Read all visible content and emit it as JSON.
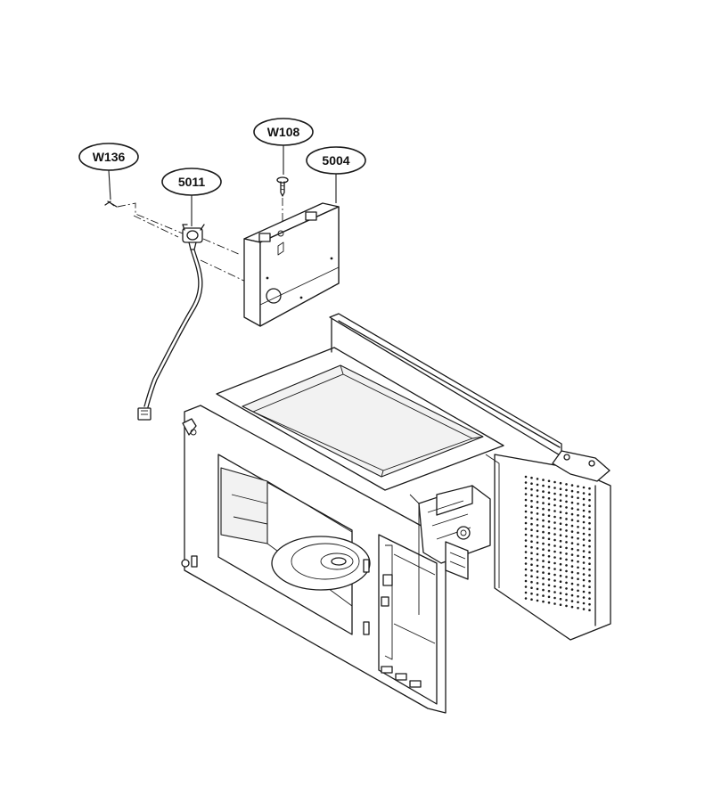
{
  "diagram": {
    "callouts": [
      {
        "id": "w136",
        "label": "W136"
      },
      {
        "id": "5011",
        "label": "5011"
      },
      {
        "id": "w108",
        "label": "W108"
      },
      {
        "id": "5004",
        "label": "5004"
      }
    ]
  },
  "colors": {
    "line": "#1a1a1a",
    "background": "#ffffff"
  }
}
